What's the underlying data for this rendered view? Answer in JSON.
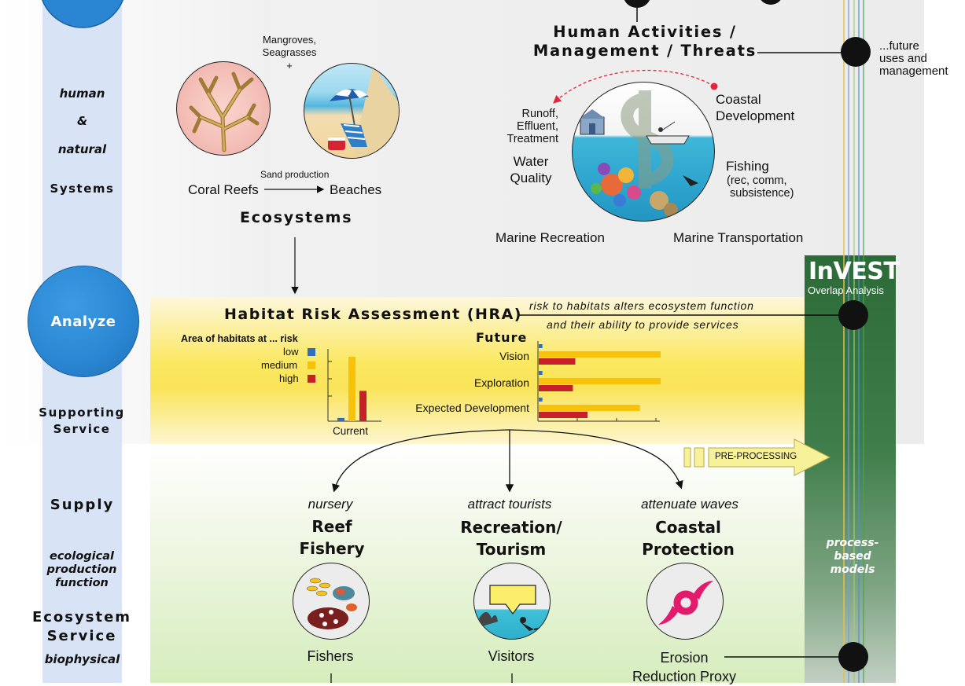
{
  "left_column": {
    "human": "human",
    "amp": "&",
    "natural": "natural",
    "systems": "Systems",
    "analyze": "Analyze",
    "supporting_service": "Supporting\nService",
    "supply": "Supply",
    "ecological_production_function": "ecological\nproduction\nfunction",
    "ecosystem_service": "Ecosystem\nService",
    "biophysical": "biophysical"
  },
  "ecosystems": {
    "mangroves_seagrasses": "Mangroves,\nSeagrasses",
    "plus": "+",
    "sand_production": "Sand production",
    "coral_reefs": "Coral Reefs",
    "beaches": "Beaches",
    "title": "Ecosystems"
  },
  "human_activities": {
    "title": "Human Activities /\nManagement / Threats",
    "future_uses": "...future\nuses and\nmanagement",
    "runoff": "Runoff,\nEffluent,\nTreatment",
    "water_quality": "Water\nQuality",
    "coastal_development": "Coastal\nDevelopment",
    "fishing": "Fishing",
    "fishing_types": "(rec, comm,\n subsistence)",
    "marine_recreation": "Marine Recreation",
    "marine_transportation": "Marine Transportation"
  },
  "invest": {
    "title": "InVEST",
    "subtitle": "Overlap Analysis",
    "process_based": "process-\nbased\nmodels",
    "pre_processing": "PRE-PROCESSING"
  },
  "hra": {
    "title": "Habitat Risk Assessment (HRA)",
    "note_line1": "risk to habitats alters ecosystem function",
    "note_line2": "and their ability to provide services"
  },
  "chart_data": [
    {
      "type": "bar",
      "title": "Area of habitats at ... risk",
      "categories": [
        "Current"
      ],
      "series": [
        {
          "name": "low",
          "values": [
            0.05
          ]
        },
        {
          "name": "medium",
          "values": [
            1.0
          ]
        },
        {
          "name": "high",
          "values": [
            0.47
          ]
        }
      ],
      "legend": "top-left",
      "colors": {
        "low": "#2f6fc0",
        "medium": "#f9c20a",
        "high": "#c8202a"
      }
    },
    {
      "type": "bar",
      "orientation": "horizontal",
      "title": "Future",
      "categories": [
        "Vision",
        "Exploration",
        "Expected Development"
      ],
      "series": [
        {
          "name": "low",
          "values": [
            0.03,
            0.03,
            0.03
          ]
        },
        {
          "name": "medium",
          "values": [
            1.0,
            1.0,
            0.83
          ]
        },
        {
          "name": "high",
          "values": [
            0.3,
            0.28,
            0.4
          ]
        }
      ],
      "colors": {
        "low": "#2f6fc0",
        "medium": "#f9c20a",
        "high": "#c8202a"
      }
    }
  ],
  "services": {
    "reef_fishery": {
      "function": "nursery",
      "title": "Reef\nFishery",
      "beneficiary": "Fishers"
    },
    "recreation": {
      "function": "attract  tourists",
      "title": "Recreation/\nTourism",
      "beneficiary": "Visitors"
    },
    "coastal_protection": {
      "function": "attenuate waves",
      "title": "Coastal\nProtection",
      "beneficiary": "Erosion\nReduction Proxy"
    }
  },
  "colors": {
    "circle_blue": "#2a86d2",
    "invest_green": "#2e6b3c",
    "hra_yellow": "#fbe35c",
    "supply_green": "#d4ebb8",
    "left_band": "#d8e4f6"
  }
}
